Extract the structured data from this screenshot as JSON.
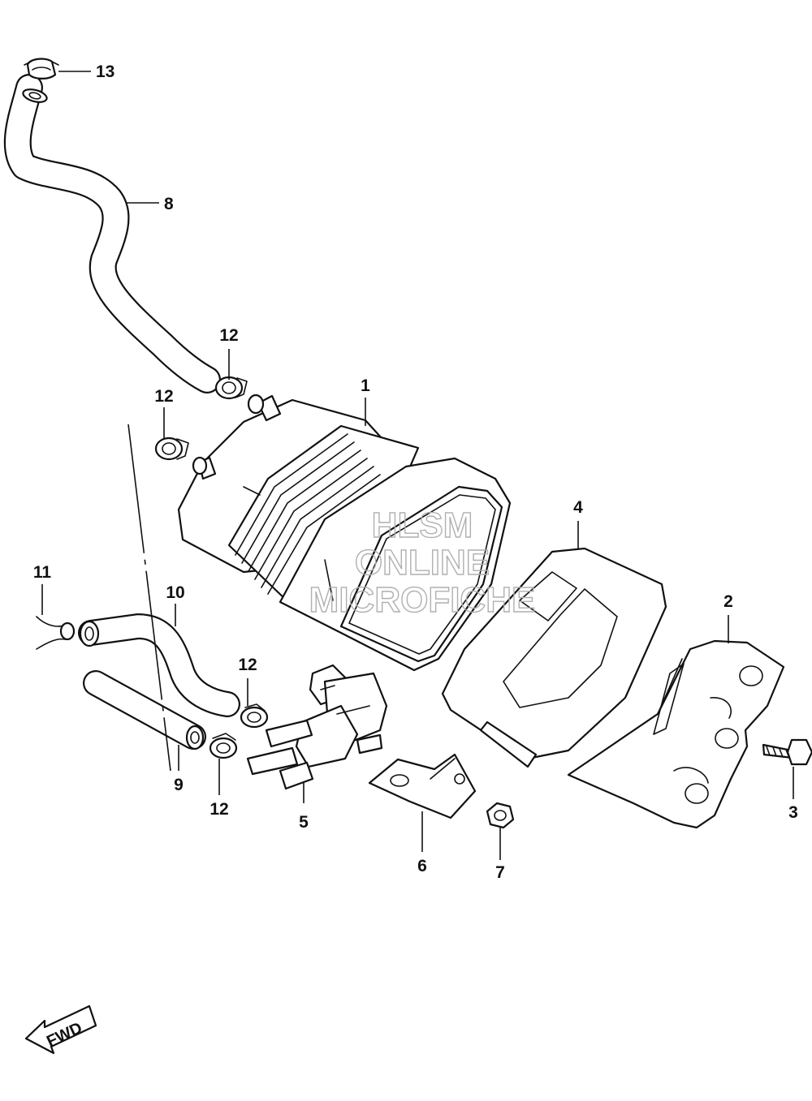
{
  "watermark": {
    "line1": "HLSM",
    "line2": "ONLINE",
    "line3": "MICROFICHE"
  },
  "fwd_label": "FWD",
  "callouts": {
    "c1": "1",
    "c2": "2",
    "c3": "3",
    "c4": "4",
    "c5": "5",
    "c6": "6",
    "c7": "7",
    "c8": "8",
    "c9": "9",
    "c10": "10",
    "c11": "11",
    "c12a": "12",
    "c12b": "12",
    "c12c": "12",
    "c12d": "12",
    "c13": "13"
  }
}
